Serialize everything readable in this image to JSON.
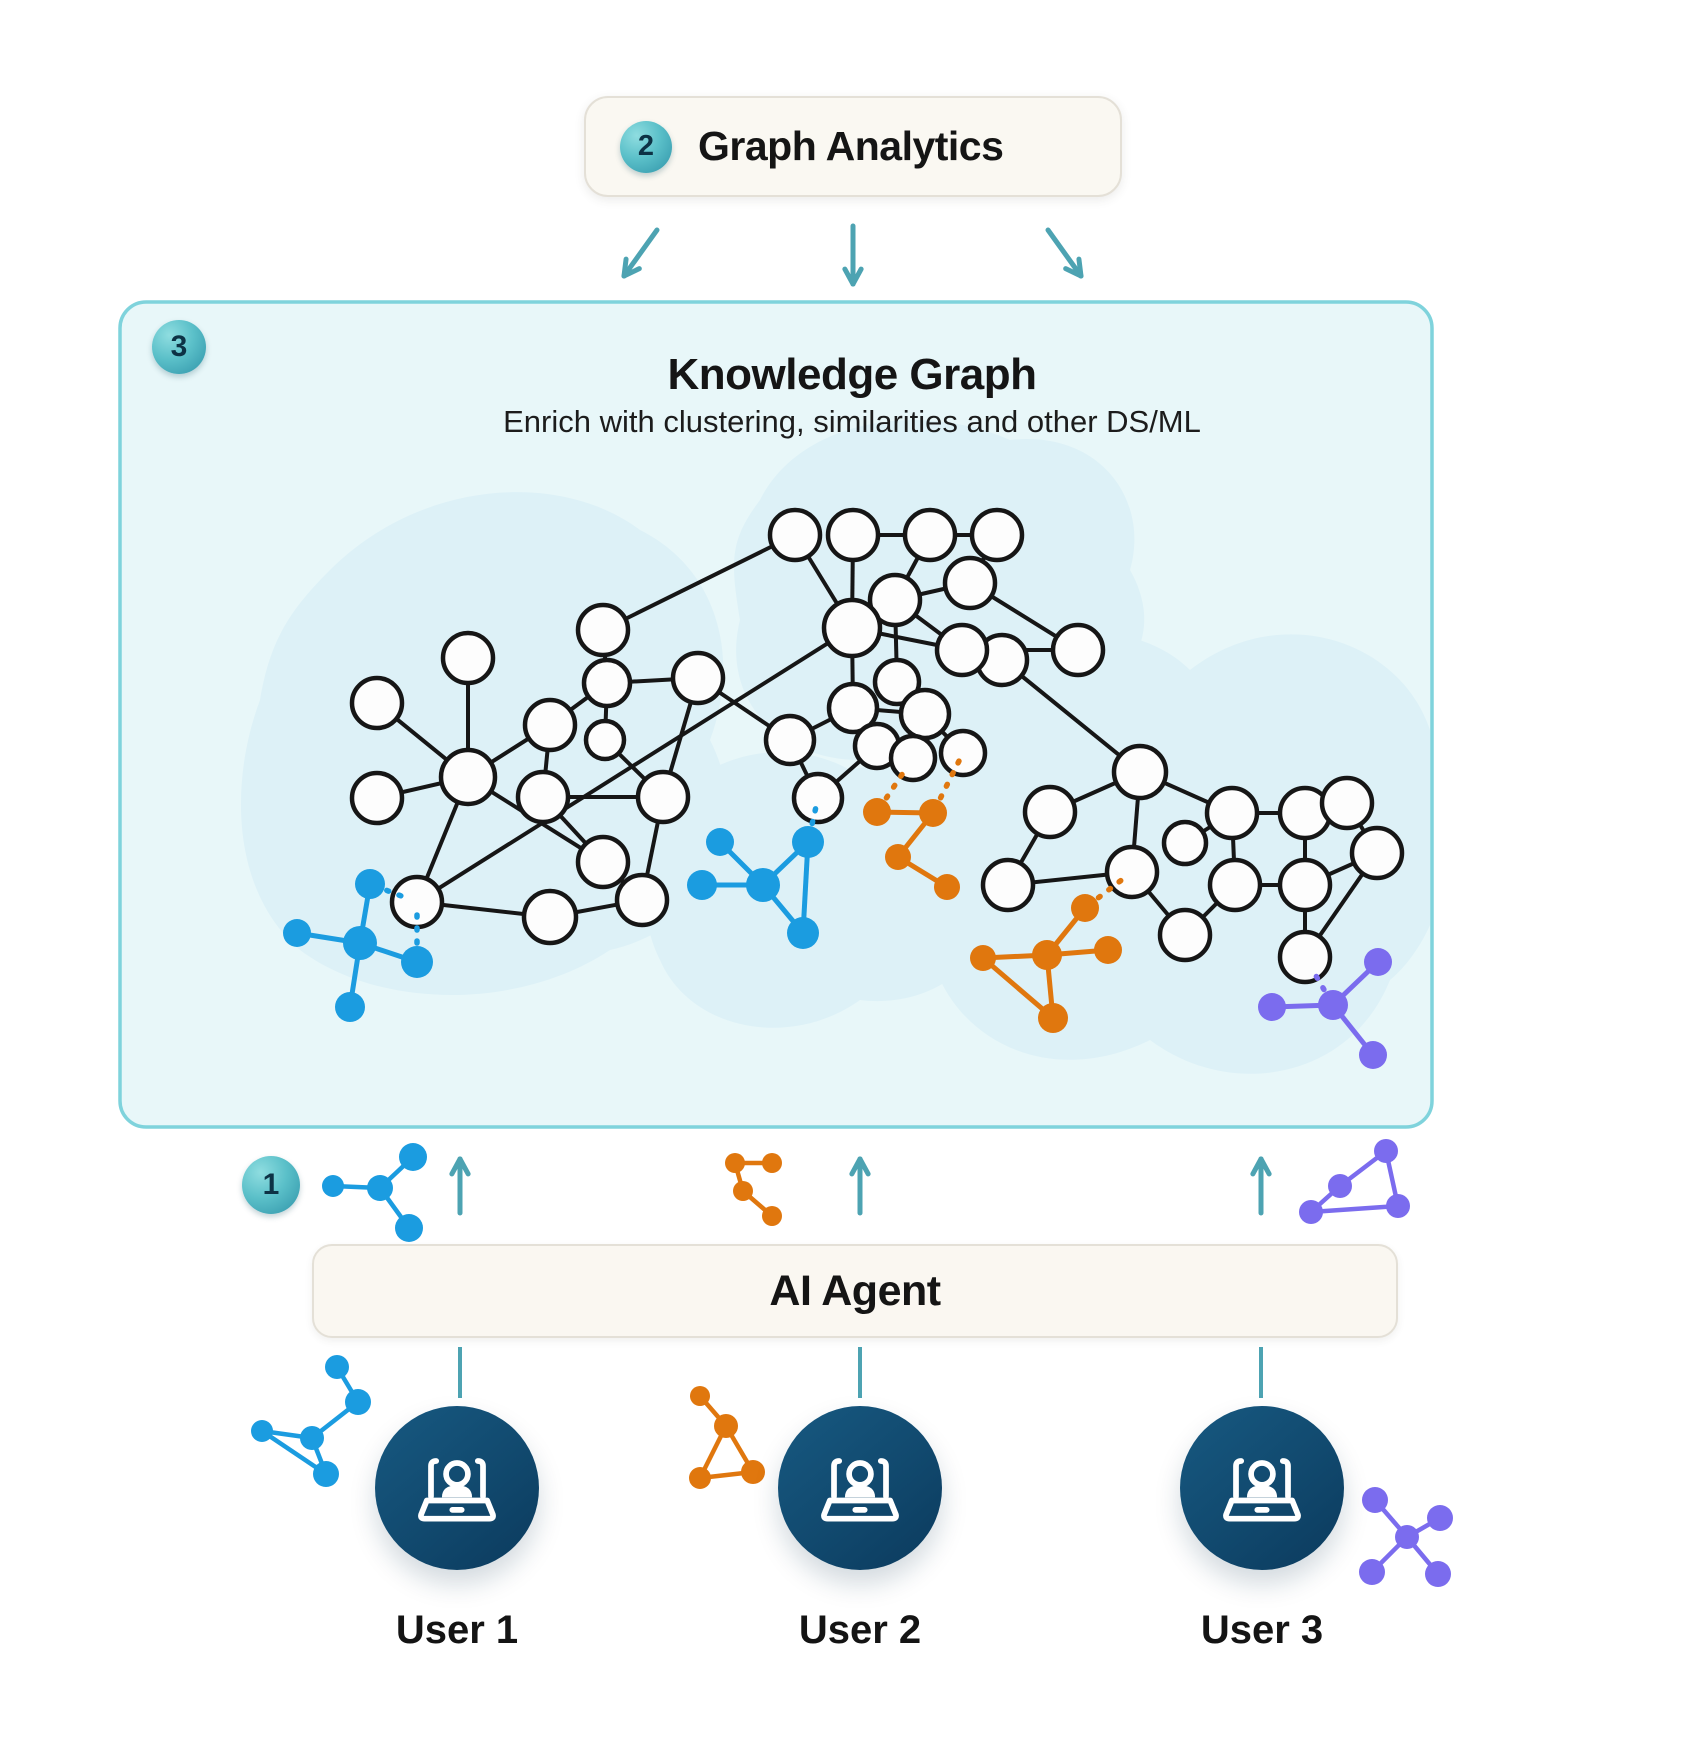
{
  "badges": {
    "one": "1",
    "two": "2",
    "three": "3"
  },
  "header": {
    "pill_label": "Graph Analytics"
  },
  "box": {
    "title": "Knowledge Graph",
    "subtitle": "Enrich with clustering, similarities and other DS/ML"
  },
  "agent": {
    "label": "AI Agent"
  },
  "users": [
    {
      "label": "User 1"
    },
    {
      "label": "User 2"
    },
    {
      "label": "User 3"
    }
  ],
  "colors": {
    "teal_accent": "#4DA3B2",
    "box_border": "#7FD3DC",
    "box_fill": "#E8F7F9",
    "blob_fill": "#DDF1F7",
    "cream_fill": "#FAF7F1",
    "cream_border": "#E3DFD6",
    "navy": "#0F4C75",
    "blue": "#1B9CE0",
    "orange": "#E0770E",
    "purple": "#7B6CEE",
    "ink": "#161616"
  },
  "graph": {
    "white_nodes": [
      [
        377,
        703,
        25
      ],
      [
        468,
        658,
        25
      ],
      [
        377,
        798,
        25
      ],
      [
        468,
        777,
        27
      ],
      [
        603,
        630,
        25
      ],
      [
        550,
        725,
        25
      ],
      [
        607,
        683,
        23
      ],
      [
        605,
        740,
        19
      ],
      [
        543,
        797,
        25
      ],
      [
        698,
        678,
        25
      ],
      [
        663,
        797,
        25
      ],
      [
        603,
        862,
        25
      ],
      [
        417,
        902,
        25
      ],
      [
        550,
        917,
        26
      ],
      [
        642,
        900,
        25
      ],
      [
        795,
        535,
        25
      ],
      [
        853,
        535,
        25
      ],
      [
        930,
        535,
        25
      ],
      [
        997,
        535,
        25
      ],
      [
        970,
        583,
        25
      ],
      [
        895,
        600,
        25
      ],
      [
        852,
        628,
        28
      ],
      [
        790,
        740,
        24
      ],
      [
        1002,
        660,
        25
      ],
      [
        962,
        650,
        25
      ],
      [
        1078,
        650,
        25
      ],
      [
        897,
        682,
        22
      ],
      [
        853,
        708,
        24
      ],
      [
        925,
        714,
        24
      ],
      [
        877,
        746,
        22
      ],
      [
        913,
        758,
        22
      ],
      [
        963,
        753,
        22
      ],
      [
        818,
        798,
        24
      ],
      [
        1140,
        772,
        26
      ],
      [
        1050,
        812,
        25
      ],
      [
        1008,
        885,
        25
      ],
      [
        1132,
        872,
        25
      ],
      [
        1185,
        843,
        21
      ],
      [
        1232,
        813,
        25
      ],
      [
        1305,
        813,
        25
      ],
      [
        1347,
        803,
        25
      ],
      [
        1235,
        885,
        25
      ],
      [
        1305,
        885,
        25
      ],
      [
        1377,
        853,
        25
      ],
      [
        1185,
        935,
        25
      ],
      [
        1305,
        957,
        25
      ]
    ],
    "edges": [
      [
        0,
        3
      ],
      [
        1,
        3
      ],
      [
        2,
        3
      ],
      [
        3,
        5
      ],
      [
        3,
        11
      ],
      [
        3,
        12
      ],
      [
        4,
        6
      ],
      [
        4,
        15
      ],
      [
        5,
        6
      ],
      [
        5,
        8
      ],
      [
        6,
        7
      ],
      [
        6,
        9
      ],
      [
        7,
        10
      ],
      [
        8,
        10
      ],
      [
        8,
        11
      ],
      [
        9,
        10
      ],
      [
        9,
        22
      ],
      [
        10,
        14
      ],
      [
        11,
        14
      ],
      [
        12,
        13
      ],
      [
        13,
        14
      ],
      [
        21,
        12
      ],
      [
        15,
        21
      ],
      [
        16,
        21
      ],
      [
        16,
        17
      ],
      [
        17,
        18
      ],
      [
        17,
        20
      ],
      [
        18,
        19
      ],
      [
        19,
        20
      ],
      [
        19,
        25
      ],
      [
        20,
        21
      ],
      [
        20,
        24
      ],
      [
        20,
        26
      ],
      [
        21,
        24
      ],
      [
        21,
        27
      ],
      [
        23,
        33
      ],
      [
        24,
        23
      ],
      [
        24,
        25
      ],
      [
        26,
        28
      ],
      [
        27,
        22
      ],
      [
        27,
        28
      ],
      [
        27,
        29
      ],
      [
        28,
        31
      ],
      [
        29,
        30
      ],
      [
        29,
        32
      ],
      [
        22,
        32
      ],
      [
        33,
        34
      ],
      [
        33,
        36
      ],
      [
        33,
        38
      ],
      [
        34,
        35
      ],
      [
        35,
        36
      ],
      [
        36,
        44
      ],
      [
        37,
        38
      ],
      [
        38,
        39
      ],
      [
        38,
        41
      ],
      [
        39,
        40
      ],
      [
        39,
        42
      ],
      [
        40,
        43
      ],
      [
        41,
        42
      ],
      [
        41,
        44
      ],
      [
        42,
        43
      ],
      [
        42,
        45
      ],
      [
        43,
        45
      ]
    ],
    "clusters": [
      {
        "name": "blue-community",
        "color": "#1B9CE0",
        "nodes": [
          [
            370,
            884,
            15
          ],
          [
            297,
            933,
            14
          ],
          [
            360,
            943,
            17
          ],
          [
            417,
            962,
            16
          ],
          [
            350,
            1007,
            15
          ]
        ],
        "edges": [
          [
            2,
            0
          ],
          [
            2,
            1
          ],
          [
            2,
            3
          ],
          [
            2,
            4
          ]
        ],
        "links": [
          [
            0,
            12
          ],
          [
            3,
            12
          ]
        ]
      },
      {
        "name": "cyan-community",
        "color": "#1B9CE0",
        "nodes": [
          [
            720,
            842,
            14
          ],
          [
            702,
            885,
            15
          ],
          [
            763,
            885,
            17
          ],
          [
            808,
            842,
            16
          ],
          [
            803,
            933,
            16
          ]
        ],
        "edges": [
          [
            2,
            0
          ],
          [
            2,
            1
          ],
          [
            2,
            3
          ],
          [
            2,
            4
          ],
          [
            3,
            4
          ]
        ],
        "links": [
          [
            3,
            32
          ]
        ]
      },
      {
        "name": "orange-community-a",
        "color": "#E0770E",
        "nodes": [
          [
            877,
            812,
            14
          ],
          [
            933,
            813,
            14
          ],
          [
            898,
            857,
            13
          ],
          [
            947,
            887,
            13
          ]
        ],
        "edges": [
          [
            0,
            1
          ],
          [
            1,
            2
          ],
          [
            2,
            3
          ]
        ],
        "links": [
          [
            0,
            30
          ],
          [
            1,
            31
          ]
        ]
      },
      {
        "name": "orange-community-b",
        "color": "#E0770E",
        "nodes": [
          [
            1085,
            908,
            14
          ],
          [
            983,
            958,
            13
          ],
          [
            1047,
            955,
            15
          ],
          [
            1108,
            950,
            14
          ],
          [
            1053,
            1018,
            15
          ]
        ],
        "edges": [
          [
            2,
            0
          ],
          [
            2,
            1
          ],
          [
            2,
            3
          ],
          [
            2,
            4
          ],
          [
            1,
            4
          ]
        ],
        "links": [
          [
            0,
            36
          ]
        ]
      },
      {
        "name": "purple-community",
        "color": "#7B6CEE",
        "nodes": [
          [
            1272,
            1007,
            14
          ],
          [
            1333,
            1005,
            15
          ],
          [
            1378,
            962,
            14
          ],
          [
            1373,
            1055,
            14
          ]
        ],
        "edges": [
          [
            1,
            0
          ],
          [
            1,
            2
          ],
          [
            1,
            3
          ]
        ],
        "links": [
          [
            1,
            45
          ]
        ]
      }
    ],
    "mini_graphs": [
      {
        "name": "ingest-graph-user1",
        "color": "#1B9CE0",
        "nodes": [
          [
            333,
            1186,
            11
          ],
          [
            380,
            1188,
            13
          ],
          [
            413,
            1157,
            14
          ],
          [
            409,
            1228,
            14
          ]
        ],
        "edges": [
          [
            0,
            1
          ],
          [
            1,
            2
          ],
          [
            1,
            3
          ]
        ]
      },
      {
        "name": "ingest-graph-user2",
        "color": "#E0770E",
        "nodes": [
          [
            735,
            1163,
            10
          ],
          [
            772,
            1163,
            10
          ],
          [
            743,
            1191,
            10
          ],
          [
            772,
            1216,
            10
          ]
        ],
        "edges": [
          [
            0,
            1
          ],
          [
            0,
            2
          ],
          [
            2,
            3
          ]
        ]
      },
      {
        "name": "ingest-graph-user3",
        "color": "#7B6CEE",
        "nodes": [
          [
            1386,
            1151,
            12
          ],
          [
            1340,
            1186,
            12
          ],
          [
            1311,
            1212,
            12
          ],
          [
            1398,
            1206,
            12
          ]
        ],
        "edges": [
          [
            0,
            1
          ],
          [
            1,
            2
          ],
          [
            2,
            3
          ],
          [
            0,
            3
          ]
        ]
      },
      {
        "name": "user1-graph",
        "color": "#1B9CE0",
        "nodes": [
          [
            337,
            1367,
            12
          ],
          [
            358,
            1402,
            13
          ],
          [
            312,
            1438,
            12
          ],
          [
            262,
            1431,
            11
          ],
          [
            326,
            1474,
            13
          ]
        ],
        "edges": [
          [
            0,
            1
          ],
          [
            1,
            2
          ],
          [
            2,
            3
          ],
          [
            3,
            4
          ],
          [
            2,
            4
          ]
        ]
      },
      {
        "name": "user2-graph",
        "color": "#E0770E",
        "nodes": [
          [
            700,
            1396,
            10
          ],
          [
            726,
            1426,
            12
          ],
          [
            700,
            1478,
            11
          ],
          [
            753,
            1472,
            12
          ]
        ],
        "edges": [
          [
            0,
            1
          ],
          [
            1,
            2
          ],
          [
            2,
            3
          ],
          [
            1,
            3
          ]
        ]
      },
      {
        "name": "user3-graph",
        "color": "#7B6CEE",
        "nodes": [
          [
            1407,
            1537,
            12
          ],
          [
            1375,
            1500,
            13
          ],
          [
            1440,
            1518,
            13
          ],
          [
            1372,
            1572,
            13
          ],
          [
            1438,
            1574,
            13
          ]
        ],
        "edges": [
          [
            0,
            1
          ],
          [
            0,
            2
          ],
          [
            0,
            3
          ],
          [
            0,
            4
          ]
        ]
      }
    ]
  }
}
